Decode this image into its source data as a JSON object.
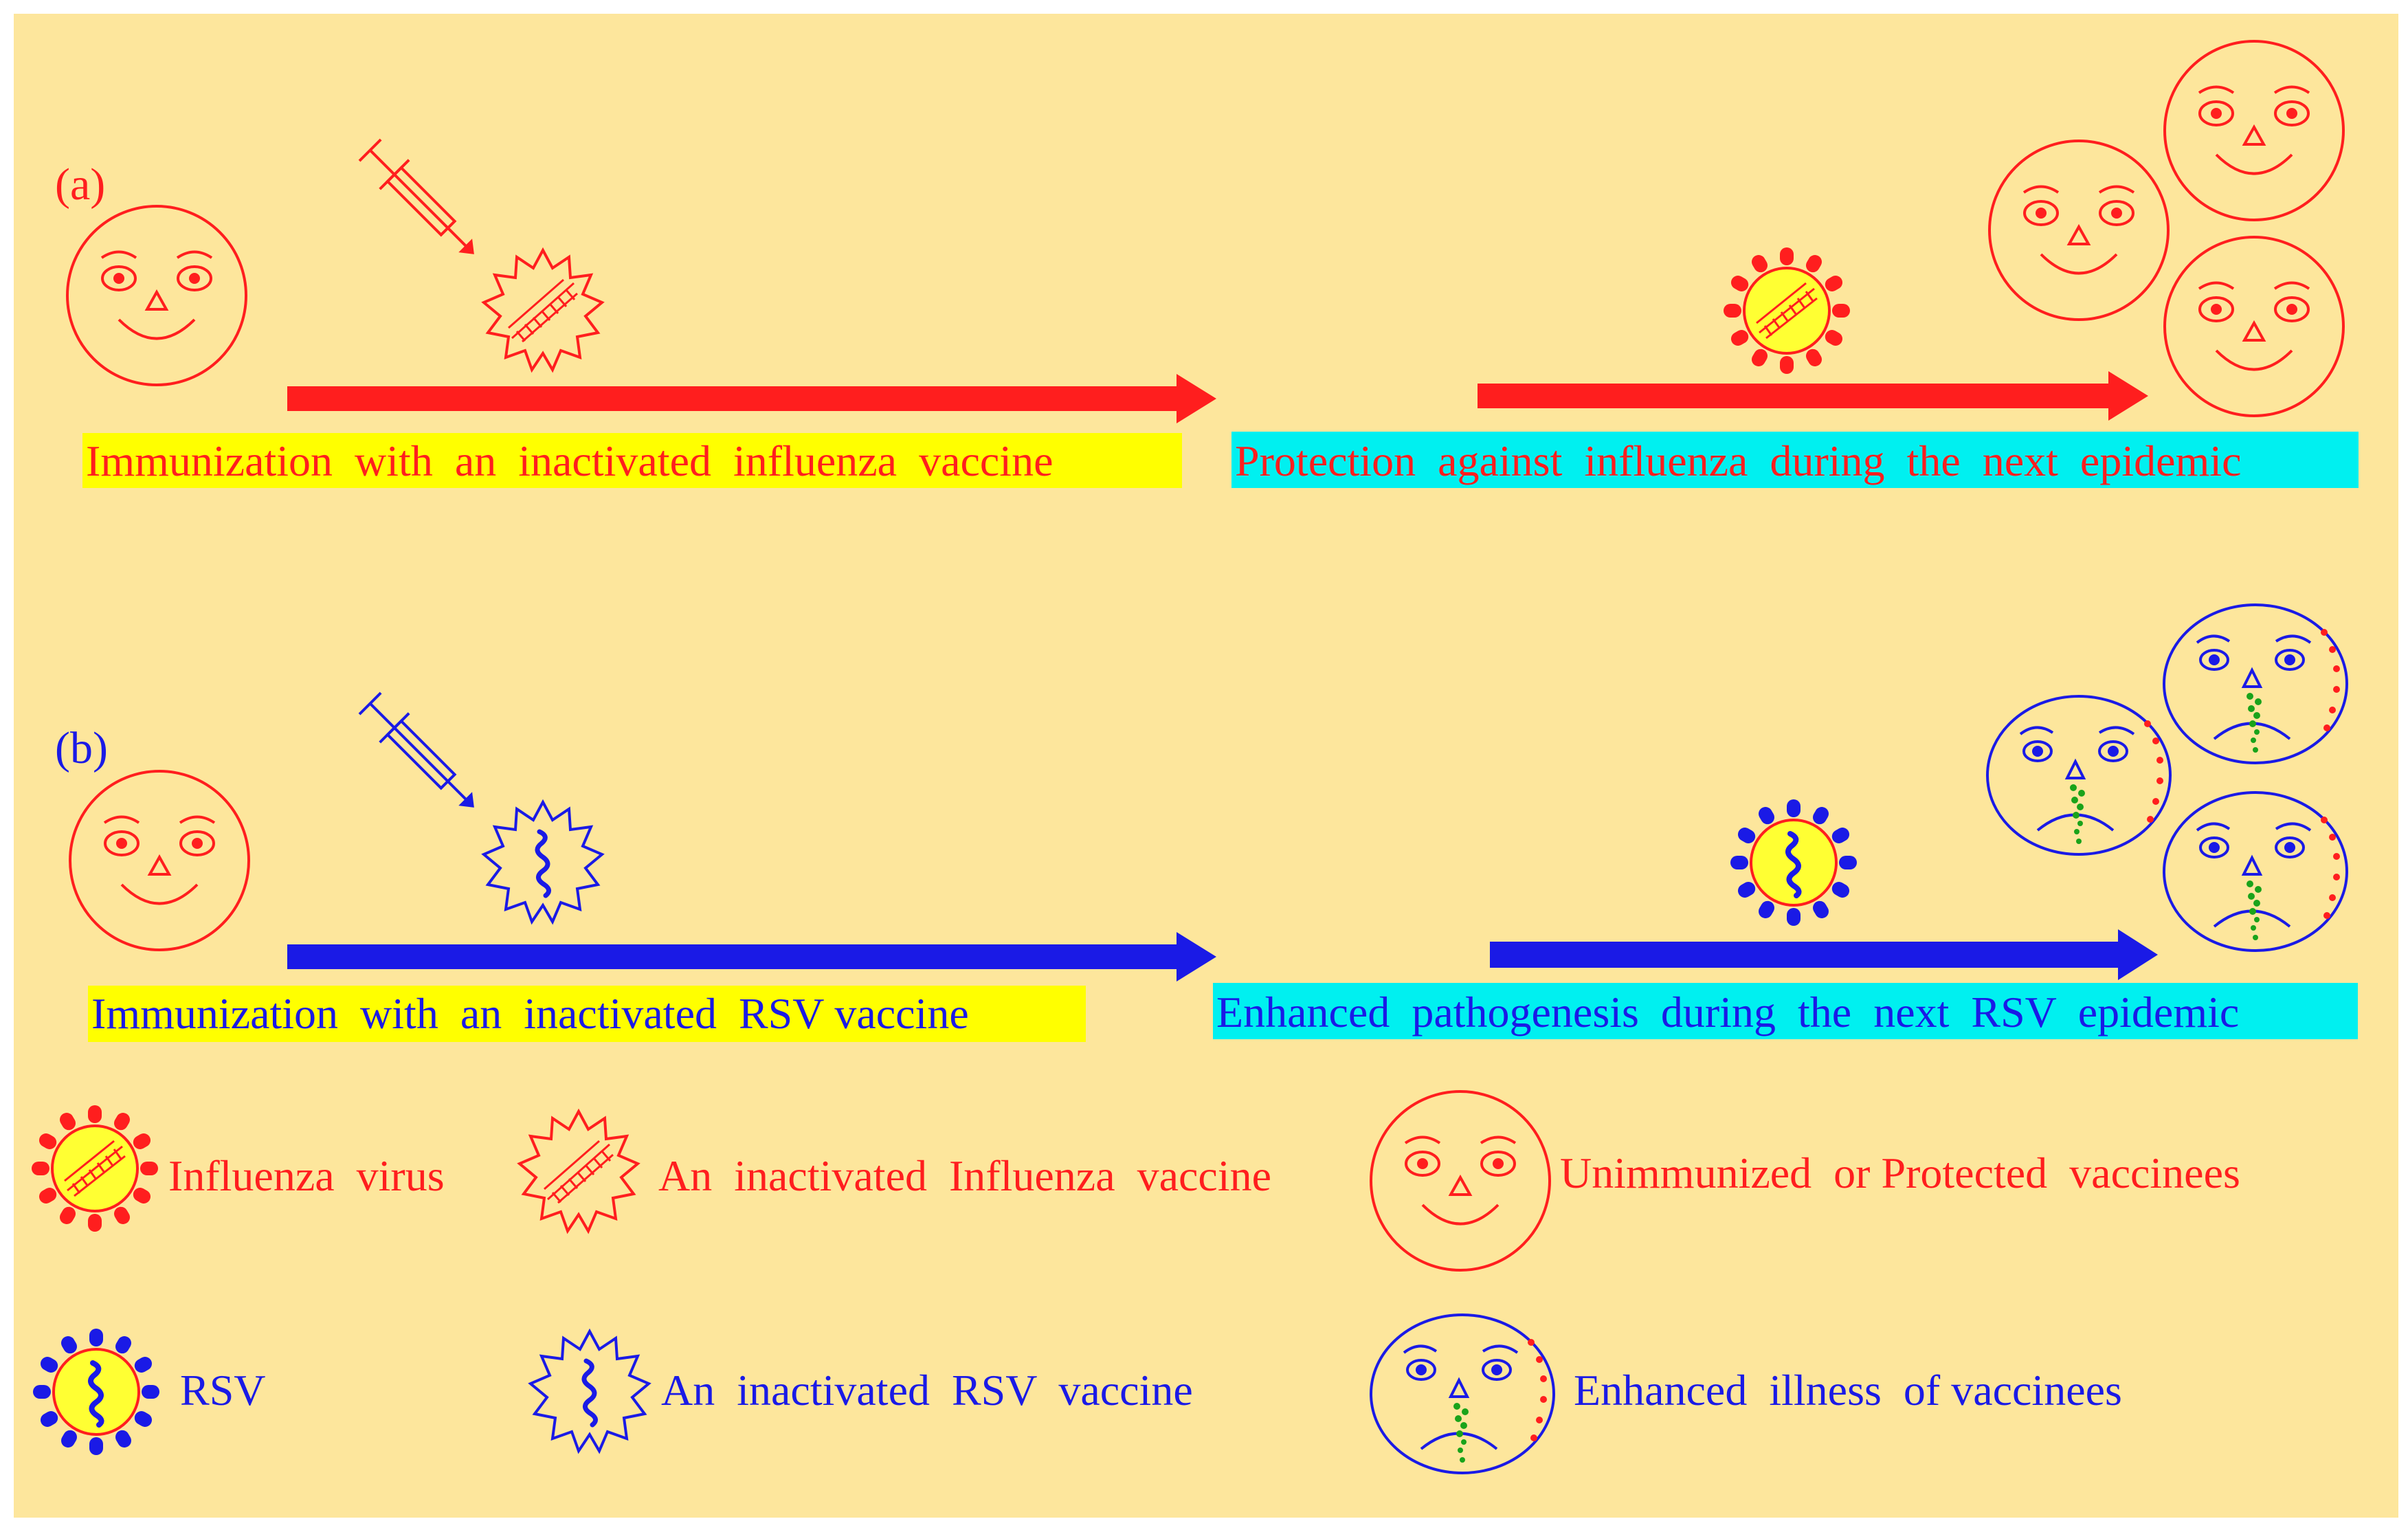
{
  "colors": {
    "background": "#fde69c",
    "influenza_red": "#ff1e1e",
    "rsv_blue": "#1a1ae6",
    "label_yellow": "#ffff00",
    "label_cyan": "#00f0f0",
    "yellow_core": "#ffff33",
    "nose_green": "#1aa31a"
  },
  "panel_a": {
    "label": "(a)",
    "step1": "Immunization  with  an  inactivated  influenza  vaccine",
    "step2": "Protection  against  influenza  during  the  next  epidemic"
  },
  "panel_b": {
    "label": "(b)",
    "step1": "Immunization  with  an  inactivated  RSV vaccine",
    "step2": "Enhanced  pathogenesis  during  the  next  RSV  epidemic"
  },
  "legend": {
    "influenza_virus": "Influenza  virus",
    "influenza_vaccine": "An  inactivated  Influenza  vaccine",
    "happy_face": "Unimmunized  or Protected  vaccinees",
    "rsv": "RSV",
    "rsv_vaccine": "An  inactivated  RSV  vaccine",
    "sick_face": "Enhanced  illness  of vaccinees"
  },
  "icons": {
    "happy": "smiling-face-icon",
    "sick": "sick-face-icon",
    "syringe": "syringe-icon",
    "virus": "virus-icon",
    "vaccine": "inactivated-vaccine-icon"
  }
}
